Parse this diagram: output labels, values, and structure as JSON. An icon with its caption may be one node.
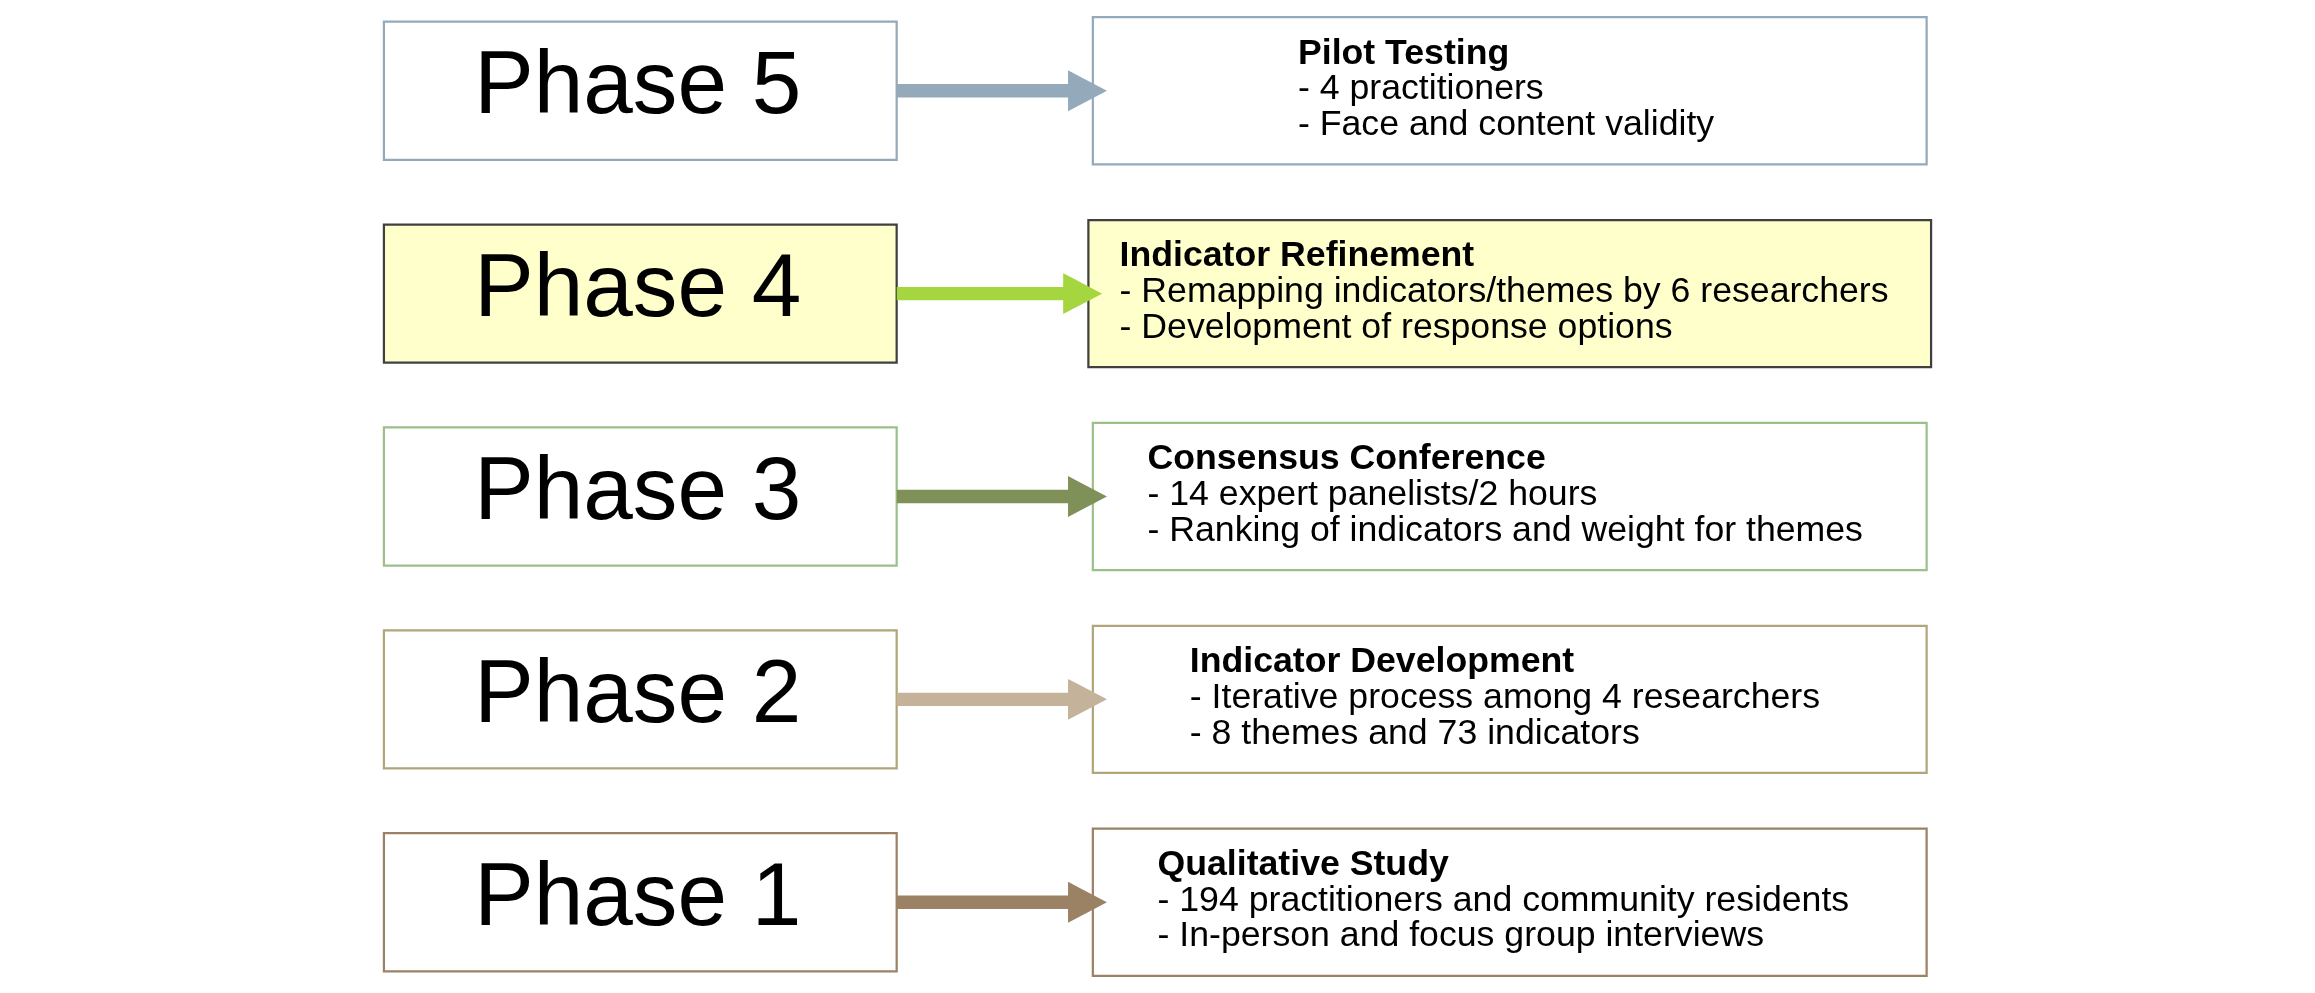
{
  "diagram": {
    "nodes": [
      {
        "text": [
          "Phase 5"
        ]
      },
      {
        "text": [
          "Pilot Testing",
          "- 4 practitioners",
          "- Face and content validity"
        ]
      },
      {
        "text": [
          "Phase 4"
        ]
      },
      {
        "text": [
          "Indicator Refinement",
          "- Remapping indicators/themes by 6 researchers",
          "- Development of response options"
        ]
      },
      {
        "text": [
          "Phase 3"
        ]
      },
      {
        "text": [
          "Consensus Conference",
          "- 14 expert panelists/2 hours",
          "- Ranking of indicators and weight for themes"
        ]
      },
      {
        "text": [
          "Phase 2"
        ]
      },
      {
        "text": [
          "Indicator Development",
          "- Iterative process among 4 researchers",
          "- 8 themes and 73 indicators"
        ]
      },
      {
        "text": [
          "Phase 1"
        ]
      },
      {
        "text": [
          "Qualitative Study",
          "- 194 practitioners and community residents",
          "- In-person and focus group interviews"
        ]
      }
    ],
    "edges": [
      {
        "from": 0,
        "to": 1,
        "arrow": "to",
        "color": "#94aabb"
      },
      {
        "from": 2,
        "to": 3,
        "arrow": "to",
        "color": "#a5d63f"
      },
      {
        "from": 4,
        "to": 5,
        "arrow": "to",
        "color": "#7f9158"
      },
      {
        "from": 6,
        "to": 7,
        "arrow": "to",
        "color": "#c4b29a"
      },
      {
        "from": 8,
        "to": 9,
        "arrow": "to",
        "color": "#9c8265"
      }
    ]
  }
}
